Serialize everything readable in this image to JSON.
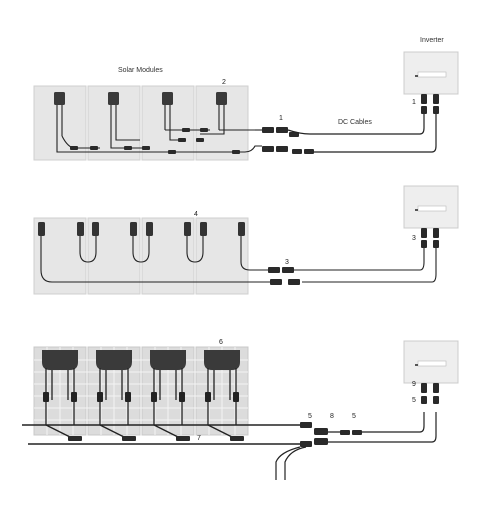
{
  "labels": {
    "solar_modules": "Solar Modules",
    "dc_cables": "DC Cables",
    "inverter": "Inverter"
  },
  "callouts": {
    "section1": {
      "c1_left": "1",
      "c2": "2",
      "c1_right": "1"
    },
    "section2": {
      "c4": "4",
      "c3_left": "3",
      "c3_right": "3"
    },
    "section3": {
      "c6": "6",
      "c7": "7",
      "c5_a": "5",
      "c8": "8",
      "c5_b": "5",
      "c9": "9",
      "c5_right": "5"
    }
  },
  "colors": {
    "panel_fill": "#e6e6e6",
    "panel_border": "#cfcfcf",
    "cable": "#222222",
    "connector": "#2a2a2a",
    "junction_box": "#3a3a3a",
    "inverter_fill": "#eeeeee"
  }
}
